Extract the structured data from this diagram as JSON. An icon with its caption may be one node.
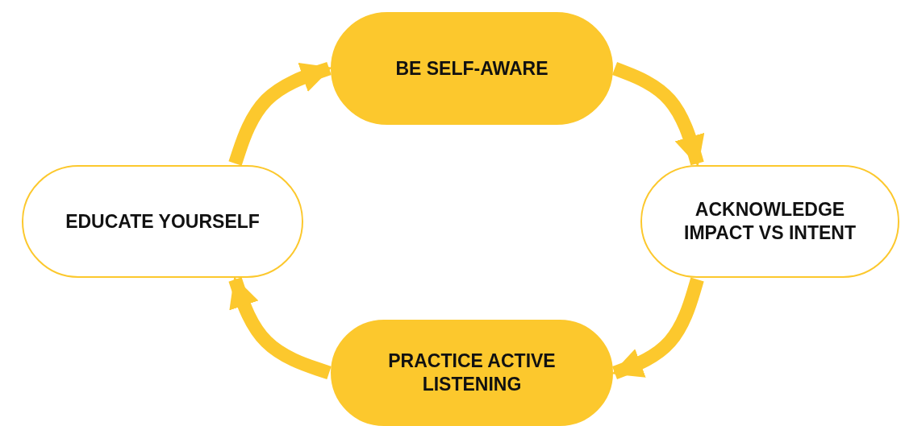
{
  "diagram": {
    "nodes": [
      {
        "text": [
          "BE SELF-AWARE"
        ]
      },
      {
        "text": [
          "EDUCATE YOURSELF"
        ]
      },
      {
        "text": [
          "ACKNOWLEDGE IMPACT VS INTENT"
        ]
      },
      {
        "text": [
          "PRACTICE ACTIVE LISTENING"
        ]
      }
    ],
    "edges": [
      {
        "from": 0,
        "to": 2,
        "arrow": "to"
      },
      {
        "from": 2,
        "to": 3,
        "arrow": "to"
      },
      {
        "from": 3,
        "to": 1,
        "arrow": "to"
      },
      {
        "from": 1,
        "to": 0,
        "arrow": "to"
      }
    ]
  }
}
